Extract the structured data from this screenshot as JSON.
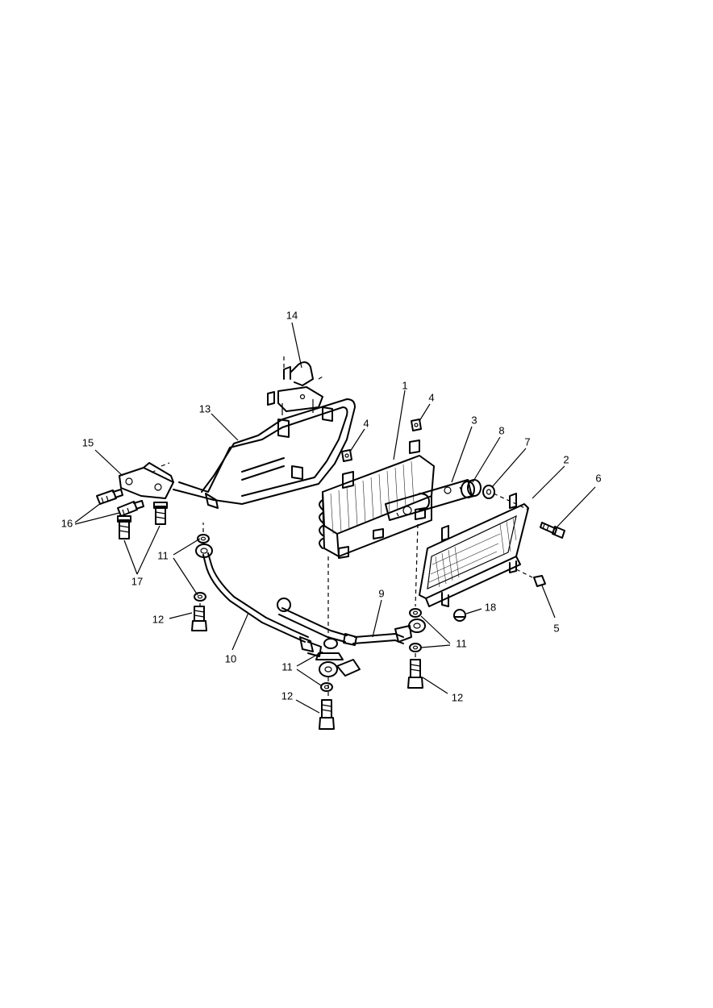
{
  "callouts": [
    "1",
    "2",
    "3",
    "4",
    "4",
    "5",
    "6",
    "7",
    "8",
    "9",
    "10",
    "11",
    "11",
    "11",
    "12",
    "12",
    "12",
    "13",
    "14",
    "15",
    "16",
    "17",
    "18"
  ]
}
